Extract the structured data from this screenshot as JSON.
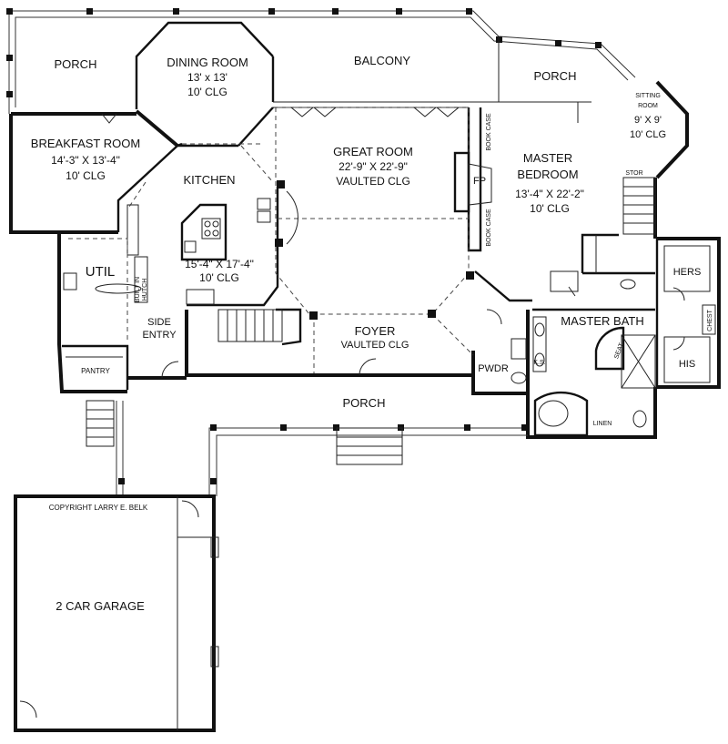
{
  "plan": {
    "rooms": {
      "porch_nw": {
        "name": "PORCH"
      },
      "dining": {
        "name": "DINING ROOM",
        "size": "13' x 13'",
        "ceiling": "10' CLG"
      },
      "balcony": {
        "name": "BALCONY"
      },
      "porch_ne": {
        "name": "PORCH"
      },
      "sitting": {
        "name_line1": "SITTING",
        "name_line2": "ROOM",
        "size": "9' X 9'",
        "ceiling": "10' CLG"
      },
      "breakfast": {
        "name": "BREAKFAST ROOM",
        "size": "14'-3\" X 13'-4\"",
        "ceiling": "10' CLG"
      },
      "great": {
        "name": "GREAT ROOM",
        "size": "22'-9\" X 22'-9\"",
        "ceiling": "VAULTED CLG"
      },
      "master_bedroom": {
        "name_line1": "MASTER",
        "name_line2": "BEDROOM",
        "size": "13'-4\" X 22'-2\"",
        "ceiling": "10' CLG"
      },
      "kitchen": {
        "name": "KITCHEN",
        "size": "15'-4\" X 17'-4\"",
        "ceiling": "10' CLG"
      },
      "util": {
        "name": "UTIL"
      },
      "pantry": {
        "name": "PANTRY"
      },
      "side_entry": {
        "name_line1": "SIDE",
        "name_line2": "ENTRY"
      },
      "foyer": {
        "name": "FOYER",
        "ceiling": "VAULTED CLG"
      },
      "master_bath": {
        "name": "MASTER BATH"
      },
      "hers": {
        "name": "HERS"
      },
      "his": {
        "name": "HIS"
      },
      "pwdr": {
        "name": "PWDR"
      },
      "porch_front": {
        "name": "PORCH"
      },
      "garage": {
        "name": "2 CAR GARAGE"
      }
    },
    "fixtures": {
      "fireplace": "FP",
      "bookcase_top": "BOOK CASE",
      "bookcase_bottom": "BOOK CASE",
      "stor": "STOR",
      "chest": "CHEST",
      "seat": "SEAT",
      "linen": "LINEN",
      "ks": "K.S.",
      "hutch_line1": "BUILT IN",
      "hutch_line2": "HUTCH"
    },
    "copyright": "COPYRIGHT LARRY E. BELK"
  }
}
